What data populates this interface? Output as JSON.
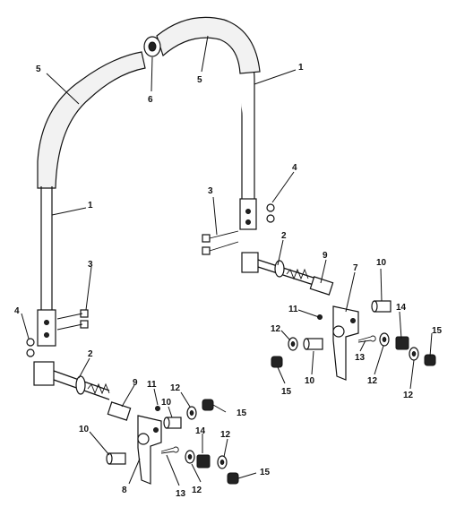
{
  "colors": {
    "line": "#111111",
    "background": "#ffffff"
  },
  "callouts": [
    {
      "id": "c5a",
      "text": "5"
    },
    {
      "id": "c6",
      "text": "6"
    },
    {
      "id": "c5b",
      "text": "5"
    },
    {
      "id": "c1a",
      "text": "1"
    },
    {
      "id": "c1b",
      "text": "1"
    },
    {
      "id": "c3a",
      "text": "3"
    },
    {
      "id": "c4a",
      "text": "4"
    },
    {
      "id": "c2a",
      "text": "2"
    },
    {
      "id": "c9a",
      "text": "9"
    },
    {
      "id": "c7",
      "text": "7"
    },
    {
      "id": "c10a",
      "text": "10"
    },
    {
      "id": "c11a",
      "text": "11"
    },
    {
      "id": "c14a",
      "text": "14"
    },
    {
      "id": "c12a",
      "text": "12"
    },
    {
      "id": "c15a",
      "text": "15"
    },
    {
      "id": "c13a",
      "text": "13"
    },
    {
      "id": "c10b",
      "text": "10"
    },
    {
      "id": "c12b",
      "text": "12"
    },
    {
      "id": "c12c",
      "text": "12"
    },
    {
      "id": "c15b",
      "text": "15"
    },
    {
      "id": "c3b",
      "text": "3"
    },
    {
      "id": "c4b",
      "text": "4"
    },
    {
      "id": "c2b",
      "text": "2"
    },
    {
      "id": "c9b",
      "text": "9"
    },
    {
      "id": "c11b",
      "text": "11"
    },
    {
      "id": "c12d",
      "text": "12"
    },
    {
      "id": "c10c",
      "text": "10"
    },
    {
      "id": "c15c",
      "text": "15"
    },
    {
      "id": "c10d",
      "text": "10"
    },
    {
      "id": "c14b",
      "text": "14"
    },
    {
      "id": "c12e",
      "text": "12"
    },
    {
      "id": "c12f",
      "text": "12"
    },
    {
      "id": "c8",
      "text": "8"
    },
    {
      "id": "c13b",
      "text": "13"
    },
    {
      "id": "c15d",
      "text": "15"
    }
  ]
}
